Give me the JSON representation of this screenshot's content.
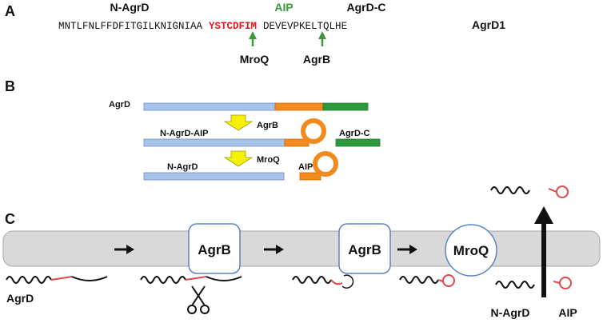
{
  "panel_a": {
    "letter": "A",
    "n_agrd": "N-AgrD",
    "aip": "AIP",
    "agrd_c": "AgrD-C",
    "seq_prefix": "MNTLFNLFFDFITGILKNIGNIAA",
    "seq_aip": "YSTCDFIM",
    "seq_suffix": "DEVEVPKELTQLHE",
    "seq_name": "AgrD1",
    "cleave_1": "MroQ",
    "cleave_2": "AgrB"
  },
  "panel_b": {
    "letter": "B",
    "row1_label": "AgrD",
    "step1_enzyme": "AgrB",
    "row2_label": "N-AgrD-AIP",
    "row2_right": "AgrD-C",
    "step2_enzyme": "MroQ",
    "row3_label": "N-AgrD",
    "row3_right": "AIP"
  },
  "panel_c": {
    "letter": "C",
    "agrd_label": "AgrD",
    "box1": "AgrB",
    "box2": "AgrB",
    "circle": "MroQ",
    "out_left": "N-AgrD",
    "out_right": "AIP"
  },
  "colors": {
    "aip_red": "#e8141a",
    "aip_green": "#3a9a3a",
    "arrow_green": "#3a9a3a",
    "blue_bar": "#a9c4ea",
    "orange": "#f28a1e",
    "green_bar": "#2e9a3e",
    "yellow_arrow": "#f6f100",
    "membrane": "#d9d9d9",
    "box_border": "#5b84c4",
    "tail_red": "#e04848"
  }
}
